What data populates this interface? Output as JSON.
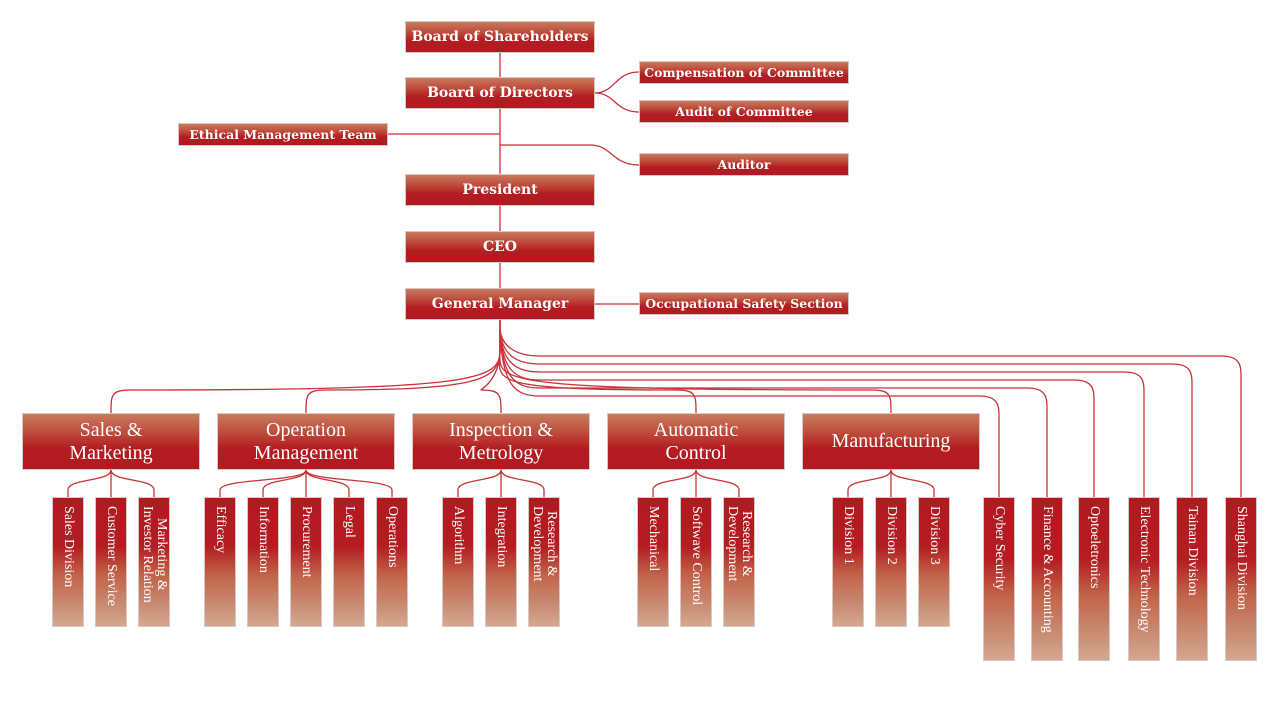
{
  "title": "Organization Chart",
  "colors": {
    "box_dark": "#b01a20",
    "box_light": "#c87a5f",
    "connector": "#c8323a",
    "text": "#ffffff"
  },
  "top_chain": [
    {
      "id": "board-of-shareholders",
      "label": "Board of Shareholders"
    },
    {
      "id": "board-of-directors",
      "label": "Board of Directors"
    },
    {
      "id": "president",
      "label": "President"
    },
    {
      "id": "ceo",
      "label": "CEO"
    },
    {
      "id": "general-manager",
      "label": "General Manager"
    }
  ],
  "side_units": [
    {
      "id": "compensation-committee",
      "label": "Compensation of Committee",
      "reports_to": "Board of Directors"
    },
    {
      "id": "audit-committee",
      "label": "Audit of Committee",
      "reports_to": "Board of Directors"
    },
    {
      "id": "ethical-management-team",
      "label": "Ethical Management Team",
      "reports_to": "Board of Directors"
    },
    {
      "id": "auditor",
      "label": "Auditor",
      "reports_to": "Board of Directors"
    },
    {
      "id": "occupational-safety-section",
      "label": "Occupational Safety Section",
      "reports_to": "General Manager"
    }
  ],
  "divisions": [
    {
      "id": "sales-marketing",
      "label": "Sales &\nMarketing",
      "units": [
        "Sales Division",
        "Customer Service",
        "Marketing &\nInvestor Relation"
      ]
    },
    {
      "id": "operation-management",
      "label": "Operation\nManagement",
      "units": [
        "Efficacy",
        "Information",
        "Procurement",
        "Legal",
        "Operations"
      ]
    },
    {
      "id": "inspection-metrology",
      "label": "Inspection &\nMetrology",
      "units": [
        "Algorithm",
        "Integration",
        "Research &\nDevelopment"
      ]
    },
    {
      "id": "automatic-control",
      "label": "Automatic\nControl",
      "units": [
        "Mechanical",
        "Softwave Control",
        "Research &\nDevelopment"
      ]
    },
    {
      "id": "manufacturing",
      "label": "Manufacturing",
      "units": [
        "Division 1",
        "Division 2",
        "Division 3"
      ]
    }
  ],
  "direct_units": [
    "Cyber Security",
    "Finance & Accounting",
    "Optoeletronics",
    "Electronic Technology",
    "Tainan Division",
    "Shanghai Division"
  ]
}
